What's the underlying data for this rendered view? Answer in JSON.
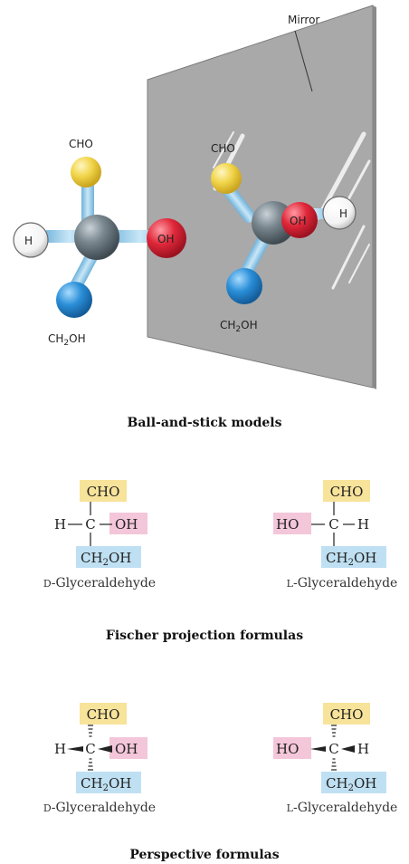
{
  "ball_and_stick": {
    "mirror_label": "Mirror",
    "left": {
      "top": "CHO",
      "left": "H",
      "right": "OH",
      "bottom_main": "CH",
      "bottom_sub": "2",
      "bottom_tail": "OH"
    },
    "right": {
      "top": "CHO",
      "mid": "OH",
      "side": "H",
      "bottom_main": "CH",
      "bottom_sub": "2",
      "bottom_tail": "OH"
    },
    "caption": "Ball-and-stick models"
  },
  "fischer": {
    "d": {
      "top": "CHO",
      "left": "H",
      "center": "C",
      "right": "OH",
      "bottom_main": "CH",
      "bottom_sub": "2",
      "bottom_tail": "OH",
      "name_prefix": "D",
      "name_rest": "-Glyceraldehyde"
    },
    "l": {
      "top": "CHO",
      "left": "HO",
      "center": "C",
      "right": "H",
      "bottom_main": "CH",
      "bottom_sub": "2",
      "bottom_tail": "OH",
      "name_prefix": "L",
      "name_rest": "-Glyceraldehyde"
    },
    "caption": "Fischer projection formulas"
  },
  "perspective": {
    "d": {
      "top": "CHO",
      "left": "H",
      "center": "C",
      "right": "OH",
      "bottom_main": "CH",
      "bottom_sub": "2",
      "bottom_tail": "OH",
      "name_prefix": "D",
      "name_rest": "-Glyceraldehyde"
    },
    "l": {
      "top": "CHO",
      "left": "HO",
      "center": "C",
      "right": "H",
      "bottom_main": "CH",
      "bottom_sub": "2",
      "bottom_tail": "OH",
      "name_prefix": "L",
      "name_rest": "-Glyceraldehyde"
    },
    "caption": "Perspective formulas"
  },
  "colors": {
    "cho_highlight": "#f7e39a",
    "oh_highlight": "#f3c6d9",
    "ch2oh_highlight": "#bfe0f2",
    "carbon": "#6f7c84",
    "oxygen_cho": "#f1d54a",
    "oxygen_oh": "#e0283a",
    "oxygen_ch2oh": "#2b8fd8",
    "hydrogen": "#ffffff",
    "stick": "#8fc6e6",
    "mirror": "#a9a9aa"
  }
}
